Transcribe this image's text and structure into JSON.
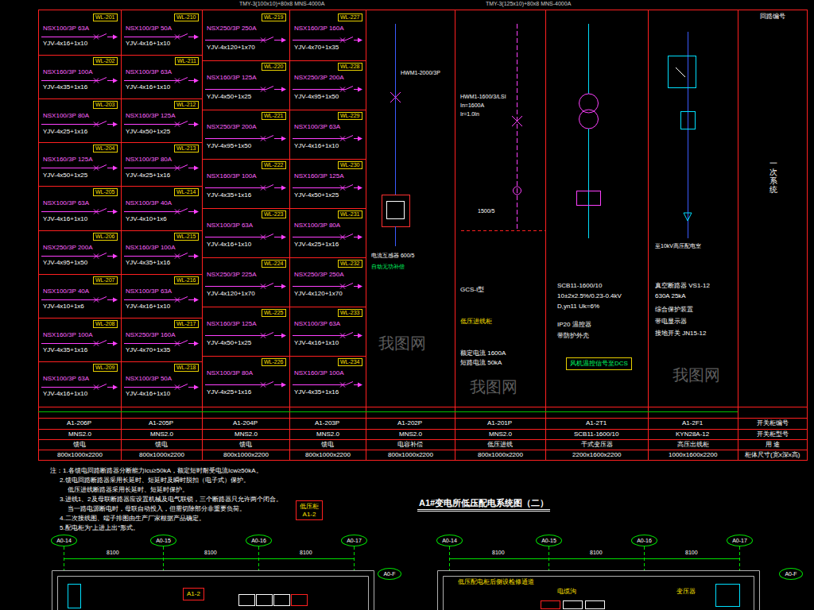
{
  "diagram": {
    "title": "A1#变电所低压配电系统图（二）",
    "nodes": [
      {
        "text": [
          "WL-201"
        ]
      },
      {
        "text": [
          "WL-202"
        ]
      },
      {
        "text": [
          "WL-203"
        ]
      },
      {
        "text": [
          "WL-204"
        ]
      },
      {
        "text": [
          "WL-205"
        ]
      },
      {
        "text": [
          "WL-206"
        ]
      },
      {
        "text": [
          "WL-207"
        ]
      },
      {
        "text": [
          "WL-208"
        ]
      },
      {
        "text": [
          "WL-209"
        ]
      },
      {
        "text": [
          "WL-210"
        ]
      },
      {
        "text": [
          "WL-211"
        ]
      },
      {
        "text": [
          "WL-212"
        ]
      },
      {
        "text": [
          "WL-213"
        ]
      },
      {
        "text": [
          "WL-214"
        ]
      },
      {
        "text": [
          "WL-215"
        ]
      },
      {
        "text": [
          "WL-216"
        ]
      },
      {
        "text": [
          "WL-217"
        ]
      },
      {
        "text": [
          "WL-218"
        ]
      },
      {
        "text": [
          "WL-219"
        ]
      },
      {
        "text": [
          "WL-220"
        ]
      },
      {
        "text": [
          "WL-221"
        ]
      },
      {
        "text": [
          "WL-222"
        ]
      },
      {
        "text": [
          "WL-223"
        ]
      },
      {
        "text": [
          "WL-224"
        ]
      },
      {
        "text": [
          "WL-225"
        ]
      },
      {
        "text": [
          "WL-226"
        ]
      },
      {
        "text": [
          "WL-227"
        ]
      },
      {
        "text": [
          "WL-228"
        ]
      },
      {
        "text": [
          "WL-229"
        ]
      },
      {
        "text": [
          "WL-230"
        ]
      },
      {
        "text": [
          "WL-231"
        ]
      },
      {
        "text": [
          "WL-232"
        ]
      },
      {
        "text": [
          "WL-233"
        ]
      },
      {
        "text": [
          "WL-234"
        ]
      },
      {
        "text": [
          "风机温控信号至DCS"
        ]
      },
      {
        "text": [
          "低压柜",
          "A1-2"
        ]
      },
      {
        "text": [
          "A0-14"
        ]
      },
      {
        "text": [
          "A0-15"
        ]
      },
      {
        "text": [
          "A0-16"
        ]
      },
      {
        "text": [
          "A0-17"
        ]
      },
      {
        "text": [
          "A0-F"
        ]
      },
      {
        "text": [
          "A1-2"
        ]
      },
      {
        "text": [
          "A0-14"
        ]
      },
      {
        "text": [
          "A0-15"
        ]
      },
      {
        "text": [
          "A0-16"
        ]
      },
      {
        "text": [
          "A0-17"
        ]
      },
      {
        "text": [
          "A0-F"
        ]
      }
    ],
    "labels": [
      "NSX100/3P 63A",
      "YJV-4x16+1x10",
      "NSX160/3P 100A",
      "YJV-4x35+1x16",
      "NSX100/3P 80A",
      "YJV-4x25+1x16",
      "NSX160/3P 125A",
      "YJV-4x50+1x25",
      "NSX100/3P 63A",
      "YJV-4x16+1x10",
      "NSX250/3P 200A",
      "YJV-4x95+1x50",
      "NSX100/3P 40A",
      "YJV-4x10+1x6",
      "NSX160/3P 100A",
      "YJV-4x35+1x16",
      "NSX100/3P 63A",
      "YJV-4x16+1x10",
      "NSX100/3P 50A",
      "YJV-4x16+1x10",
      "NSX100/3P 63A",
      "YJV-4x16+1x10",
      "NSX160/3P 125A",
      "YJV-4x50+1x25",
      "NSX100/3P 80A",
      "YJV-4x25+1x16",
      "NSX100/3P 40A",
      "YJV-4x10+1x6",
      "NSX160/3P 100A",
      "YJV-4x35+1x16",
      "NSX100/3P 63A",
      "YJV-4x16+1x10",
      "NSX250/3P 160A",
      "YJV-4x70+1x35",
      "NSX100/3P 50A",
      "YJV-4x16+1x10",
      "NSX250/3P 250A",
      "YJV-4x120+1x70",
      "NSX160/3P 125A",
      "YJV-4x50+1x25",
      "NSX250/3P 200A",
      "YJV-4x95+1x50",
      "NSX160/3P 100A",
      "YJV-4x35+1x16",
      "NSX100/3P 63A",
      "YJV-4x16+1x10",
      "NSX250/3P 225A",
      "YJV-4x120+1x70",
      "NSX160/3P 125A",
      "YJV-4x50+1x25",
      "NSX100/3P 80A",
      "YJV-4x25+1x16",
      "NSX160/3P 160A",
      "YJV-4x70+1x35",
      "NSX250/3P 200A",
      "YJV-4x95+1x50",
      "NSX100/3P 63A",
      "YJV-4x16+1x10",
      "NSX160/3P 125A",
      "YJV-4x50+1x25",
      "NSX100/3P 80A",
      "YJV-4x25+1x16",
      "NSX250/3P 250A",
      "YJV-4x120+1x70",
      "NSX100/3P 63A",
      "YJV-4x16+1x10",
      "NSX160/3P 100A",
      "YJV-4x35+1x16",
      "A1-206P",
      "A1-205P",
      "A1-204P",
      "A1-203P",
      "A1-202P",
      "A1-201P",
      "A1-2T1",
      "A1-2F1",
      "MNS2.0",
      "MNS2.0",
      "MNS2.0",
      "MNS2.0",
      "MNS2.0",
      "MNS2.0",
      "SCB11-1600/10",
      "KYN28A-12",
      "馈电",
      "馈电",
      "馈电",
      "馈电",
      "电容补偿",
      "低压进线",
      "干式变压器",
      "高压出线柜",
      "800x1000x2200",
      "800x1000x2200",
      "800x1000x2200",
      "800x1000x2200",
      "800x1000x2200",
      "800x1000x2200",
      "2200x1600x2200",
      "1000x1600x2200",
      "开关柜编号",
      "开关柜型号",
      "用  途",
      "柜体尺寸(宽x深x高)",
      "回路编号",
      "一次系统",
      "TMY-3(100x10)+80x8 MNS-4000A",
      "TMY-3(125x10)+80x8 MNS-4000A",
      "HWM1-2000/3P",
      "电流互感器 600/5",
      "自动无功补偿",
      "HWM1-1600/3/LSI",
      "In=1600A",
      "Ir=1.0In",
      "1500/5",
      "GCS-I型",
      "低压进线柜",
      "额定电流 1600A",
      "短路电流 50kA",
      "SCB11-1600/10",
      "10±2x2.5%/0.23-0.4kV",
      "D,yn11 Uk=6%",
      "IP20 温控器",
      "带防护外壳",
      "至10kV高压配电室",
      "真空断路器 VS1-12",
      "630A 25kA",
      "综合保护装置",
      "带电显示器",
      "接地开关 JN15-12",
      "注：1.各馈电回路断路器分断能力Icu≥50kA，额定短时耐受电流Icw≥50kA。",
      "2.馈电回路断路器采用长延时、短延时及瞬时脱扣（电子式）保护。",
      "低压进线断路器采用长延时、短延时保护。",
      "3.进线1、2及母联断路器应设置机械及电气联锁，三个断路器只允许两个闭合。",
      "当一路电源断电时，母联自动投入，但需切除部分非重要负荷。",
      "4.二次接线图、端子排图由生产厂家根据产品确定。",
      "5.配电柜为“上进上出”形式。",
      "8100",
      "8100",
      "8100",
      "8100",
      "8100",
      "8100",
      "低压配电柜后侧设检修通道",
      "电缆沟",
      "变压器",
      "我图网",
      "我图网",
      "我图网"
    ]
  }
}
